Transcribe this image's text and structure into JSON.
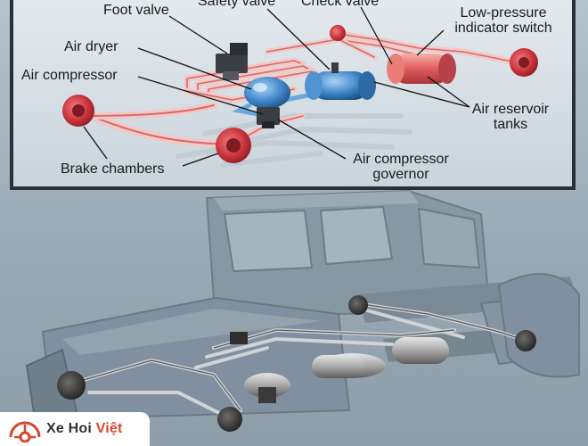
{
  "labels": {
    "foot_valve": "Foot valve",
    "safety_valve": "Safety valve",
    "check_valve": "Check valve",
    "low_pressure_line1": "Low-pressure",
    "low_pressure_line2": "indicator switch",
    "air_dryer": "Air dryer",
    "air_compressor": "Air compressor",
    "air_reservoir_line1": "Air reservoir",
    "air_reservoir_line2": "tanks",
    "brake_chambers": "Brake chambers",
    "governor_line1": "Air compressor",
    "governor_line2": "governor"
  },
  "watermark": {
    "brand_main": "Xe Hoi ",
    "brand_accent": "Việt"
  },
  "colors": {
    "inset_frame": "#2a2f3a",
    "pipe_red": "#e05d5d",
    "pipe_light": "#f0c7c4",
    "component_blue": "#3f86c9",
    "brake_red": "#c8323a",
    "truck_gray": "#7b8a93",
    "label_line": "#111111",
    "watermark_accent": "#d8452a"
  }
}
